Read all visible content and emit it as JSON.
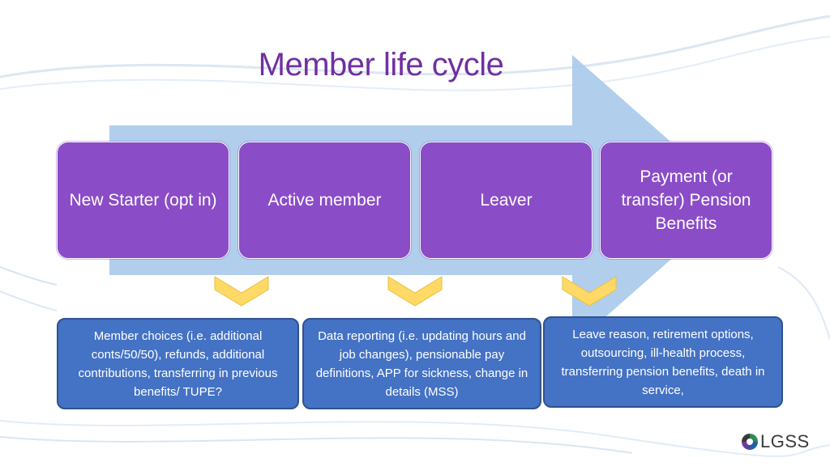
{
  "title": "Member life cycle",
  "stages": [
    {
      "label": "New Starter (opt in)"
    },
    {
      "label": "Active member"
    },
    {
      "label": "Leaver"
    },
    {
      "label": "Payment (or transfer) Pension Benefits"
    }
  ],
  "notes": [
    {
      "text": "Member choices (i.e. additional conts/50/50), refunds, additional contributions, transferring in previous benefits/ TUPE?"
    },
    {
      "text": "Data reporting (i.e. updating hours and job changes), pensionable pay definitions, APP for sickness, change in details (MSS)"
    },
    {
      "text": "Leave reason, retirement options, outsourcing, ill-health process, transferring pension benefits, death in service,"
    }
  ],
  "logo": {
    "text": "LGSS"
  },
  "colors": {
    "title": "#7030a0",
    "stage_fill": "#8b4cc8",
    "note_fill": "#4472c4",
    "arrow_fill": "#a9c9ea",
    "chevron_fill": "#ffd966"
  }
}
